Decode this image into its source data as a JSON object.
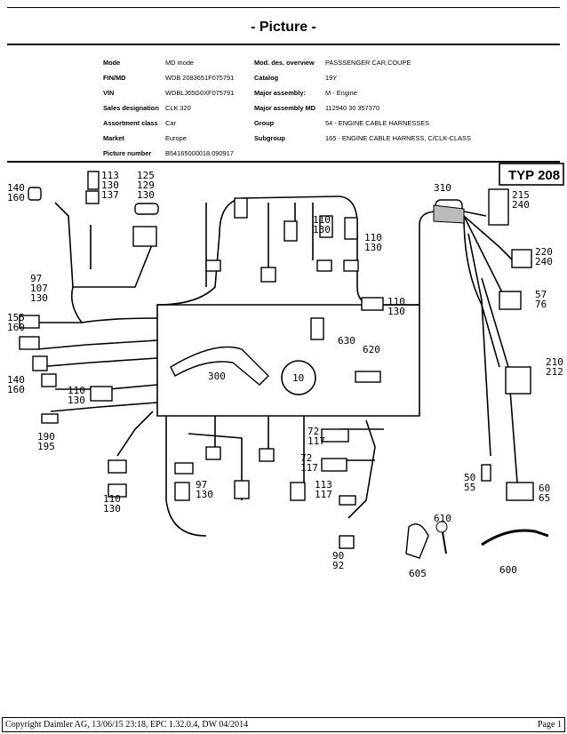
{
  "title": "- Picture -",
  "info": {
    "rows": [
      [
        "Mode",
        "MD mode",
        "Mod. des. overview",
        "PASSSENGER CAR,COUPE"
      ],
      [
        "FIN/MD",
        "WDB 2083651F075791",
        "Catalog",
        "19Y"
      ],
      [
        "VIN",
        "WDBLJ65G0XF075791",
        "Major assembly:",
        "M - Engine"
      ],
      [
        "Sales designation",
        "CLK 320",
        "Major assembly MD",
        "112940 30 357370"
      ],
      [
        "Assortment class",
        "Car",
        "Group",
        "54 - ENGINE CABLE HARNESSES"
      ],
      [
        "Market",
        "Europe",
        "Subgroup",
        "165 - ENGINE CABLE HARNESS, C/CLK-CLASS"
      ],
      [
        "Picture number",
        "B54165000018.090917",
        "",
        ""
      ]
    ]
  },
  "diagram": {
    "type_label": "TYP 208",
    "parts": {
      "p140_160a": "140\n160",
      "p113": "113\n130\n137",
      "p125": "125\n129\n130",
      "p110a": "110\n130",
      "p110b": "110\n130",
      "p310": "310",
      "p215": "215\n240",
      "p220": "220\n240",
      "p57": "57\n76",
      "p97a": "97\n107\n130",
      "p155": "155\n160",
      "p110c": "110\n130",
      "p630": "630",
      "p620": "620",
      "p300": "300",
      "p10": "10",
      "p140_160b": "140\n160",
      "p110d": "110\n130",
      "p210": "210\n212",
      "p190": "190\n195",
      "p72a": "72\n117",
      "p72b": "72\n117",
      "p50": "50\n55",
      "p60": "60\n65",
      "p97b": "97\n130",
      "p113b": "113\n117",
      "p110e": "110\n130",
      "p610": "610",
      "p90": "90\n92",
      "p605": "605",
      "p600": "600"
    }
  },
  "footer": {
    "left": "Copyright Daimler AG, 13/06/15 23:18, EPC 1.32.0.4, DW 04/2014",
    "right": "Page 1"
  }
}
